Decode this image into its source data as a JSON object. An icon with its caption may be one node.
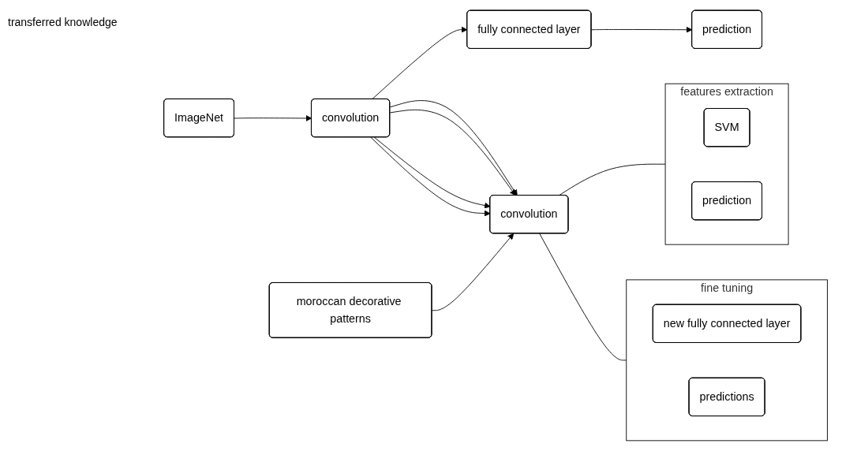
{
  "diagram": {
    "nodes": [
      {
        "text": [
          "ImageNet"
        ]
      },
      {
        "text": [
          "convolution"
        ]
      },
      {
        "text": [
          "fully connected layer"
        ]
      },
      {
        "text": [
          "prediction"
        ]
      },
      {
        "text": [
          "moroccan decorative patterns"
        ]
      },
      {
        "text": [
          "convolution"
        ]
      },
      {
        "text": [
          "features extraction"
        ]
      },
      {
        "text": [
          "SVM"
        ],
        "in": 6
      },
      {
        "text": [
          "prediction"
        ],
        "in": 6
      },
      {
        "text": [
          "fine tuning"
        ]
      },
      {
        "text": [
          "new fully connected layer"
        ],
        "in": 9
      },
      {
        "text": [
          "predictions"
        ],
        "in": 9
      }
    ],
    "edges": [
      {
        "from": 0,
        "to": 1,
        "arrow": "to"
      },
      {
        "from": 1,
        "to": 2,
        "arrow": "to"
      },
      {
        "from": 2,
        "to": 3,
        "arrow": "to"
      },
      {
        "from": 1,
        "to": 5,
        "arrow": "to"
      },
      {
        "from": 1,
        "to": 5,
        "arrow": "to"
      },
      {
        "from": 1,
        "to": 5,
        "arrow": "to"
      },
      {
        "from": 1,
        "to": 5,
        "arrow": "to"
      },
      {
        "from": 4,
        "to": 5,
        "arrow": "to"
      },
      {
        "from": 5,
        "to": 6,
        "arrow": "none"
      },
      {
        "from": 5,
        "to": 9,
        "arrow": "none"
      }
    ],
    "labels": [
      "transferred knowledge"
    ]
  }
}
